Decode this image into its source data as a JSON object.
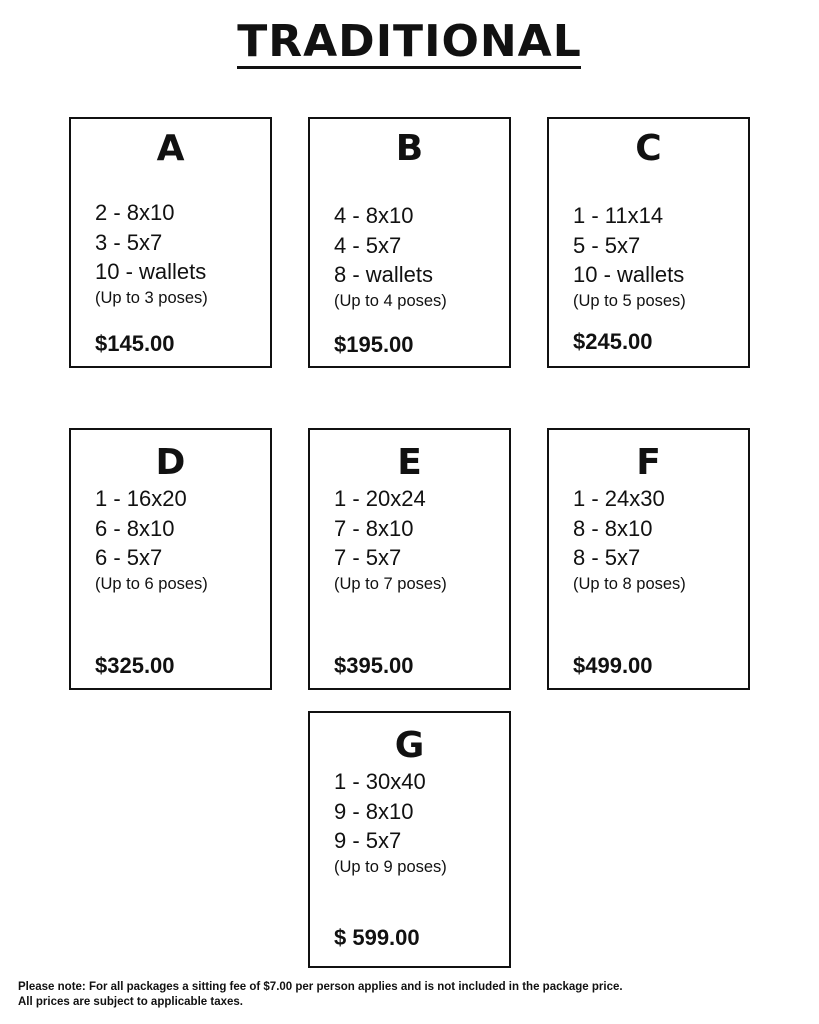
{
  "title": "TRADITIONAL",
  "packages": [
    {
      "letter": "A",
      "items": [
        "2 - 8x10",
        "3 - 5x7",
        "10 - wallets"
      ],
      "poses": "(Up to 3 poses)",
      "price": "$145.00"
    },
    {
      "letter": "B",
      "items": [
        "4 - 8x10",
        "4 - 5x7",
        "8 - wallets"
      ],
      "poses": "(Up to 4 poses)",
      "price": "$195.00"
    },
    {
      "letter": "C",
      "items": [
        "1 - 11x14",
        "5 - 5x7",
        "10 - wallets"
      ],
      "poses": "(Up to 5 poses)",
      "price": "$245.00"
    },
    {
      "letter": "D",
      "items": [
        "1 - 16x20",
        "6 - 8x10",
        "6 - 5x7"
      ],
      "poses": "(Up to 6 poses)",
      "price": "$325.00"
    },
    {
      "letter": "E",
      "items": [
        "1 - 20x24",
        "7 - 8x10",
        "7 - 5x7"
      ],
      "poses": "(Up to 7 poses)",
      "price": "$395.00"
    },
    {
      "letter": "F",
      "items": [
        "1 - 24x30",
        "8 - 8x10",
        "8 - 5x7"
      ],
      "poses": "(Up to 8 poses)",
      "price": "$499.00"
    },
    {
      "letter": "G",
      "items": [
        "1 - 30x40",
        "9 - 8x10",
        "9 - 5x7"
      ],
      "poses": "(Up to 9 poses)",
      "price": "$ 599.00"
    }
  ],
  "footer": {
    "line1": "Please note: For all packages a sitting fee of $7.00 per person applies and is not included in the package price.",
    "line2": "All prices are subject to applicable taxes."
  }
}
